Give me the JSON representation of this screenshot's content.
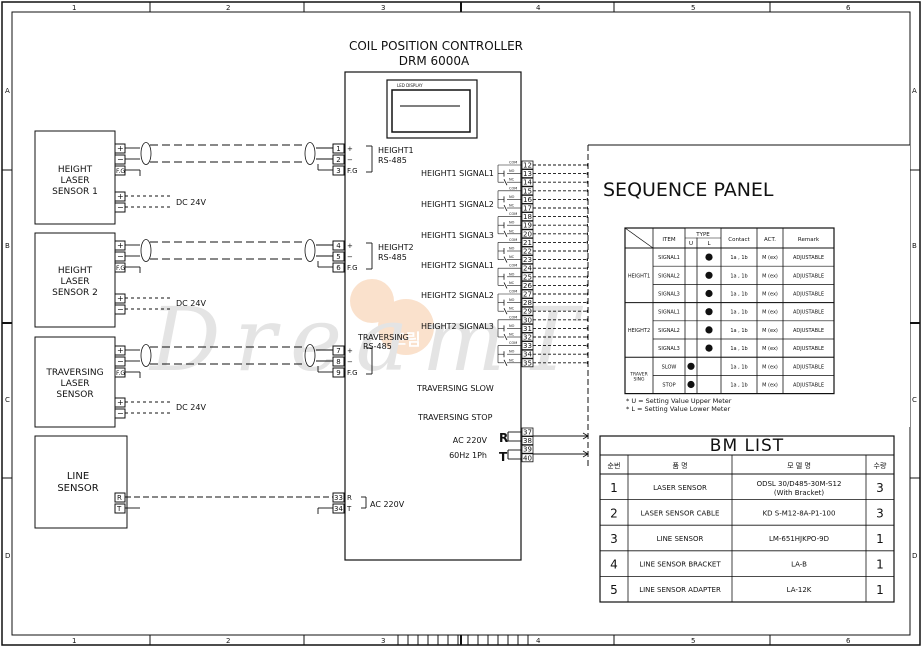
{
  "frame": {
    "column_labels": [
      "1",
      "2",
      "3",
      "4",
      "5",
      "6"
    ],
    "row_labels": [
      "A",
      "B",
      "C",
      "D"
    ]
  },
  "controller": {
    "title": "COIL POSITION CONTROLLER",
    "model": "DRM 6000A",
    "display_caption": "LED DISPLAY"
  },
  "sensors": [
    {
      "id": "height1",
      "lines": [
        "HEIGHT",
        "LASER",
        "SENSOR  1"
      ]
    },
    {
      "id": "height2",
      "lines": [
        "HEIGHT",
        "LASER",
        "SENSOR  2"
      ]
    },
    {
      "id": "traversing",
      "lines": [
        "TRAVERSING",
        "LASER",
        "SENSOR"
      ]
    },
    {
      "id": "line",
      "lines": [
        "LINE",
        "SENSOR"
      ]
    }
  ],
  "sensor_pins": {
    "signal": [
      "+",
      "−",
      "F.G"
    ],
    "power": [
      "+",
      "−"
    ],
    "line": [
      "R",
      "T"
    ]
  },
  "power_labels": {
    "dc": "DC  24V",
    "ac": "AC  220V"
  },
  "rs485_groups": [
    {
      "name": "HEIGHT1",
      "sub": "RS-485",
      "terminals": [
        "1",
        "2",
        "3"
      ]
    },
    {
      "name": "HEIGHT2",
      "sub": "RS-485",
      "terminals": [
        "4",
        "5",
        "6"
      ]
    },
    {
      "name": "TRAVERSING",
      "sub": "RS-485",
      "terminals": [
        "7",
        "8",
        "9"
      ]
    }
  ],
  "terminal_pin_labels": [
    "+",
    "−",
    "F.G"
  ],
  "line_terminals": [
    {
      "no": "33",
      "label": "R"
    },
    {
      "no": "34",
      "label": "T"
    }
  ],
  "relay_outputs": [
    {
      "label": "HEIGHT1  SIGNAL1",
      "terminals": [
        "12",
        "13",
        "14"
      ]
    },
    {
      "label": "HEIGHT1  SIGNAL2",
      "terminals": [
        "15",
        "16",
        "17"
      ]
    },
    {
      "label": "HEIGHT1  SIGNAL3",
      "terminals": [
        "18",
        "19",
        "20"
      ]
    },
    {
      "label": "HEIGHT2  SIGNAL1",
      "terminals": [
        "21",
        "22",
        "23"
      ]
    },
    {
      "label": "HEIGHT2  SIGNAL2",
      "terminals": [
        "24",
        "25",
        "26"
      ]
    },
    {
      "label": "HEIGHT2  SIGNAL3",
      "terminals": [
        "27",
        "28",
        "29"
      ]
    },
    {
      "label": "TRAVERSING  SLOW",
      "terminals": [
        "30",
        "31",
        "32"
      ]
    },
    {
      "label": "TRAVERSING  STOP",
      "terminals": [
        "33",
        "34",
        "35"
      ]
    }
  ],
  "contact_labels": [
    "COM",
    "NO",
    "NC"
  ],
  "power_input": {
    "lines": [
      "AC  220V",
      "60Hz  1Ph"
    ],
    "r_label": "R",
    "t_label": "T",
    "r_terminals": [
      "37",
      "38"
    ],
    "t_terminals": [
      "39",
      "40"
    ]
  },
  "sequence_panel": {
    "title": "SEQUENCE PANEL",
    "headers": {
      "item": "ITEM",
      "type": "TYPE",
      "u": "U",
      "l": "L",
      "contact": "Contact",
      "act": "ACT.",
      "remark": "Remark"
    },
    "groups": [
      {
        "name": "HEIGHT1",
        "rows": [
          {
            "item": "SIGNAL1",
            "mark": "L",
            "contact": "1a , 1b",
            "act": "M  (ex)",
            "remark": "ADJUSTABLE"
          },
          {
            "item": "SIGNAL2",
            "mark": "L",
            "contact": "1a , 1b",
            "act": "M  (ex)",
            "remark": "ADJUSTABLE"
          },
          {
            "item": "SIGNAL3",
            "mark": "L",
            "contact": "1a , 1b",
            "act": "M  (ex)",
            "remark": "ADJUSTABLE"
          }
        ]
      },
      {
        "name": "HEIGHT2",
        "rows": [
          {
            "item": "SIGNAL1",
            "mark": "L",
            "contact": "1a , 1b",
            "act": "M  (ex)",
            "remark": "ADJUSTABLE"
          },
          {
            "item": "SIGNAL2",
            "mark": "L",
            "contact": "1a , 1b",
            "act": "M  (ex)",
            "remark": "ADJUSTABLE"
          },
          {
            "item": "SIGNAL3",
            "mark": "L",
            "contact": "1a , 1b",
            "act": "M  (ex)",
            "remark": "ADJUSTABLE"
          }
        ]
      },
      {
        "name": "TRAVER SING",
        "rows": [
          {
            "item": "SLOW",
            "mark": "U",
            "contact": "1a , 1b",
            "act": "M  (ex)",
            "remark": "ADJUSTABLE"
          },
          {
            "item": "STOP",
            "mark": "U",
            "contact": "1a , 1b",
            "act": "M  (ex)",
            "remark": "ADJUSTABLE"
          }
        ]
      }
    ],
    "notes": [
      "*  U  =  Setting  Value  Upper  Meter",
      "*  L  =  Setting  Value  Lower  Meter"
    ]
  },
  "bm_list": {
    "title": "BM  LIST",
    "headers": [
      "순번",
      "품          명",
      "모     델     명",
      "수량"
    ],
    "rows": [
      {
        "no": "1",
        "name": "LASER SENSOR",
        "model": "ODSL 30/D485-30M-S12",
        "model2": "(With Bracket)",
        "qty": "3"
      },
      {
        "no": "2",
        "name": "LASER SENSOR CABLE",
        "model": "KD S-M12-8A-P1-100",
        "model2": "",
        "qty": "3"
      },
      {
        "no": "3",
        "name": "LINE SENSOR",
        "model": "LM-651HJKPO-9D",
        "model2": "",
        "qty": "1"
      },
      {
        "no": "4",
        "name": "LINE SENSOR BRACKET",
        "model": "LA-B",
        "model2": "",
        "qty": "1"
      },
      {
        "no": "5",
        "name": "LINE SENSOR ADAPTER",
        "model": "LA-12K",
        "model2": "",
        "qty": "1"
      }
    ]
  },
  "watermark": {
    "text": "DreamTech",
    "logo_text": "드림"
  },
  "colors": {
    "line": "#111111",
    "watermark": "#c8c8c8",
    "logo": "#f7c9a3"
  }
}
